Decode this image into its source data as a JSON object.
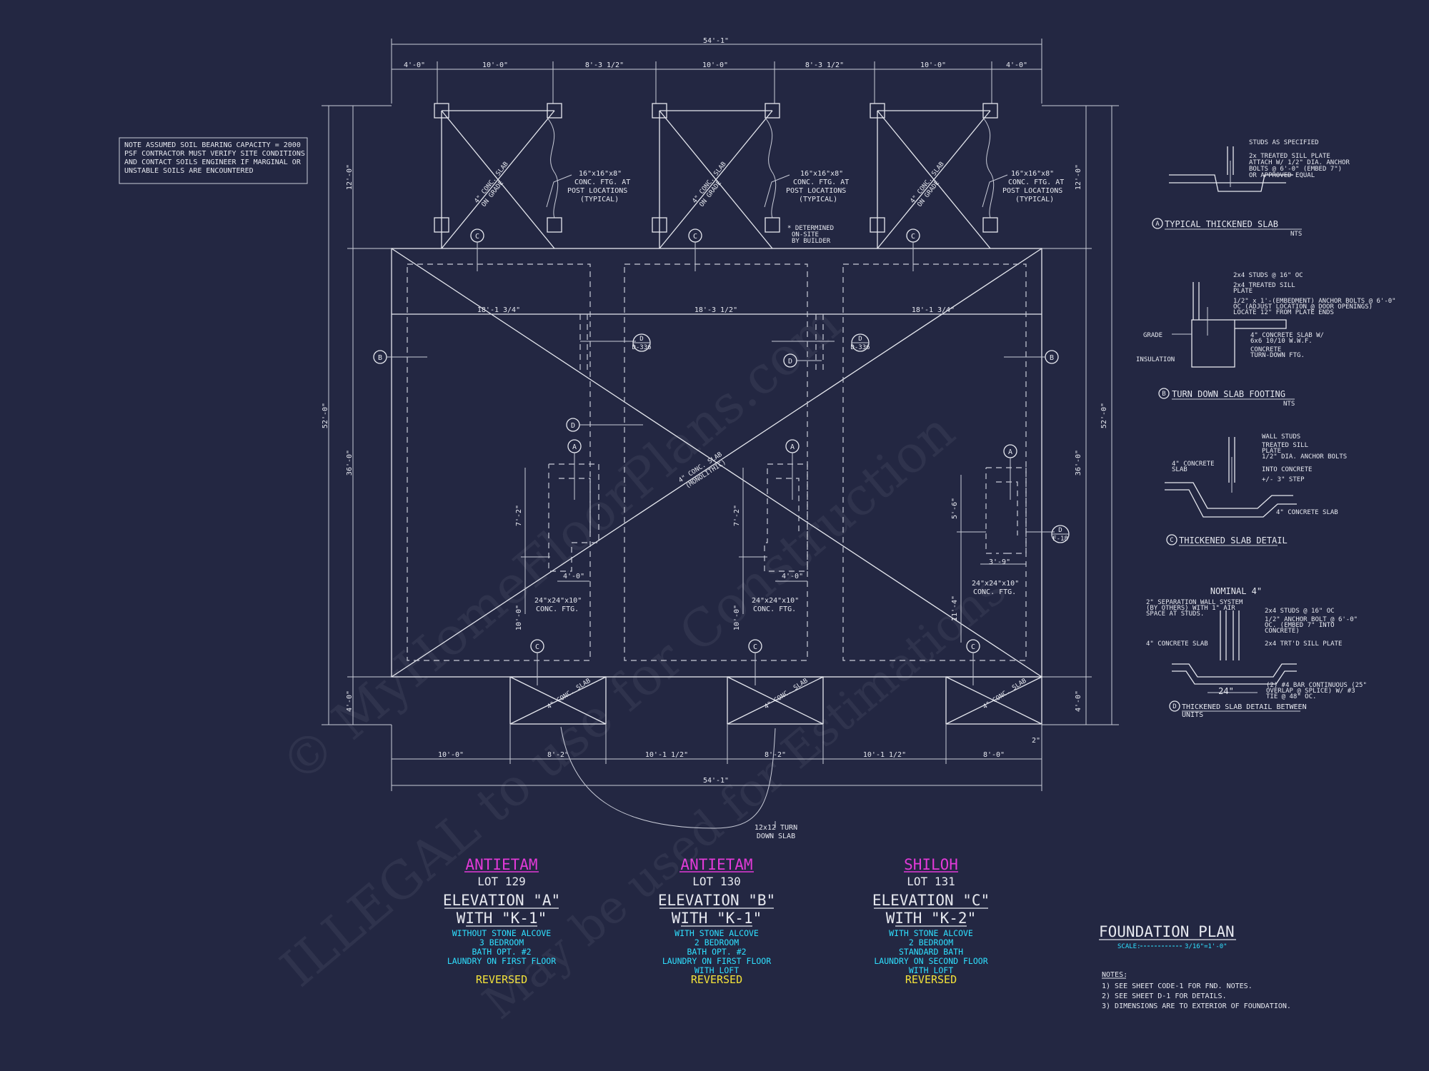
{
  "note": {
    "lines": [
      "NOTE ASSUMED SOIL BEARING CAPACITY = 2000",
      "PSF CONTRACTOR MUST VERIFY SITE CONDITIONS",
      "AND CONTACT SOILS ENGINEER IF MARGINAL OR",
      "UNSTABLE SOILS ARE ENCOUNTERED"
    ]
  },
  "dimensions": {
    "overall_top": "54'-1\"",
    "overall_bottom": "54'-1\"",
    "top_segments": [
      "4'-0\"",
      "10'-0\"",
      "8'-3 1/2\"",
      "10'-0\"",
      "8'-3 1/2\"",
      "10'-0\"",
      "4'-0\""
    ],
    "bottom_segments": [
      "10'-0\"",
      "8'-2\"",
      "10'-1 1/2\"",
      "8'-2\"",
      "10'-1 1/2\"",
      "8'-0\""
    ],
    "unit_widths": [
      "18'-1 3/4\"",
      "18'-3 1/2\"",
      "18'-1 3/4\""
    ],
    "left_overall": "52'-0\"",
    "right_overall": "52'-0\"",
    "side_segments": [
      "12'-0\"",
      "36'-0\"",
      "4'-0\""
    ],
    "unit1_interior": [
      "7'-2\"",
      "10'-0\"",
      "4'-0\""
    ],
    "unit2_interior": [
      "7'-2\"",
      "10'-0\"",
      "4'-0\""
    ],
    "unit3_interior": [
      "5'-6\"",
      "11'-4\"",
      "3'-9\""
    ],
    "small": "2\""
  },
  "callouts": {
    "footing_post": [
      "16\"x16\"x8\"",
      "CONC. FTG. AT",
      "POST LOCATIONS",
      "(TYPICAL)"
    ],
    "determined": [
      "* DETERMINED",
      "ON-SITE",
      "BY BUILDER"
    ],
    "conc_slab_grade": [
      "4\" CONC. SLAB",
      "ON GRADE"
    ],
    "conc_slab_mono": [
      "4\" CONC. SLAB",
      "(MONOLITHIC)"
    ],
    "conc_ftg_24": [
      "24\"x24\"x10\"",
      "CONC. FTG."
    ],
    "turn_down": [
      "12x12 TURN",
      "DOWN SLAB"
    ],
    "section_ref": "D-336",
    "section_ref_f": "F-18"
  },
  "markers": {
    "a": "A",
    "b": "B",
    "c": "C",
    "d": "D"
  },
  "details": {
    "a_title": "TYPICAL THICKENED SLAB",
    "a_notes": [
      "STUDS AS SPECIFIED",
      "2x TREATED SILL PLATE",
      "ATTACH W/ 1/2\" DIA. ANCHOR",
      "BOLTS @ 6'-0\" (EMBED 7\")",
      "OR APPROVED EQUAL"
    ],
    "b_title": "TURN DOWN SLAB FOOTING",
    "b_notes": [
      "2x4 STUDS @ 16\" OC",
      "2x4 TREATED SILL",
      "PLATE",
      "1/2\" x 1'-(EMBEDMENT) ANCHOR BOLTS @ 6'-0\"",
      "OC (ADJUST LOCATION @ DOOR OPENINGS)",
      "LOCATE 12\" FROM PLATE ENDS",
      "4\" CONCRETE SLAB W/",
      "6x6 10/10 W.W.F.",
      "CONCRETE",
      "TURN-DOWN FTG.",
      "GRADE",
      "INSULATION"
    ],
    "c_title": "THICKENED SLAB DETAIL",
    "c_notes": [
      "WALL STUDS",
      "TREATED SILL",
      "PLATE",
      "1/2\" DIA. ANCHOR BOLTS",
      "INTO CONCRETE",
      "+/- 3\" STEP",
      "4\" CONCRETE",
      "SLAB",
      "4\" CONCRETE SLAB"
    ],
    "d_title": "THICKENED SLAB DETAIL BETWEEN",
    "d_title2": "UNITS",
    "d_nominal": "NOMINAL 4\"",
    "d_notes": [
      "2\" SEPARATION WALL SYSTEM",
      "(BY OTHERS) WITH 1\" AIR",
      "SPACE AT STUDS.",
      "2x4 STUDS @ 16\" OC",
      "1/2\" ANCHOR BOLT @ 6'-0\"",
      "OC. (EMBED 7\" INTO",
      "CONCRETE)",
      "2x4 TRT'D SILL PLATE",
      "4\" CONCRETE SLAB",
      "(2) #4 BAR CONTINUOUS (25\"",
      "OVERLAP @ SPLICE) W/ #3",
      "TIE @ 48\" OC."
    ],
    "d_dim": "24\"",
    "nts": "NTS"
  },
  "units": [
    {
      "name": "ANTIETAM",
      "lot": "LOT 129",
      "elevation": "ELEVATION \"A\"",
      "with": "WITH \"K-1\"",
      "specs": [
        "WITHOUT STONE ALCOVE",
        "3 BEDROOM",
        "BATH OPT. #2",
        "LAUNDRY ON FIRST FLOOR"
      ],
      "reversed": "REVERSED"
    },
    {
      "name": "ANTIETAM",
      "lot": "LOT 130",
      "elevation": "ELEVATION \"B\"",
      "with": "WITH \"K-1\"",
      "specs": [
        "WITH STONE ALCOVE",
        "2 BEDROOM",
        "BATH OPT. #2",
        "LAUNDRY ON FIRST FLOOR",
        "WITH LOFT"
      ],
      "reversed": "REVERSED"
    },
    {
      "name": "SHILOH",
      "lot": "LOT 131",
      "elevation": "ELEVATION \"C\"",
      "with": "WITH \"K-2\"",
      "specs": [
        "WITH STONE ALCOVE",
        "2 BEDROOM",
        "STANDARD BATH",
        "LAUNDRY ON SECOND FLOOR",
        "WITH LOFT"
      ],
      "reversed": "REVERSED"
    }
  ],
  "plan": {
    "title": "FOUNDATION PLAN",
    "scale_label": "SCALE:",
    "scale_value": "3/16\"=1'-0\"",
    "notes_title": "NOTES:",
    "notes": [
      "1)  SEE SHEET CODE-1 FOR FND. NOTES.",
      "2)  SEE SHEET D-1 FOR DETAILS.",
      "3)  DIMENSIONS ARE TO EXTERIOR OF FOUNDATION."
    ]
  },
  "watermark": [
    "© MyHomeFloorPlans.com",
    "ILLEGAL to use for Construction",
    "May be used for Estimations"
  ]
}
